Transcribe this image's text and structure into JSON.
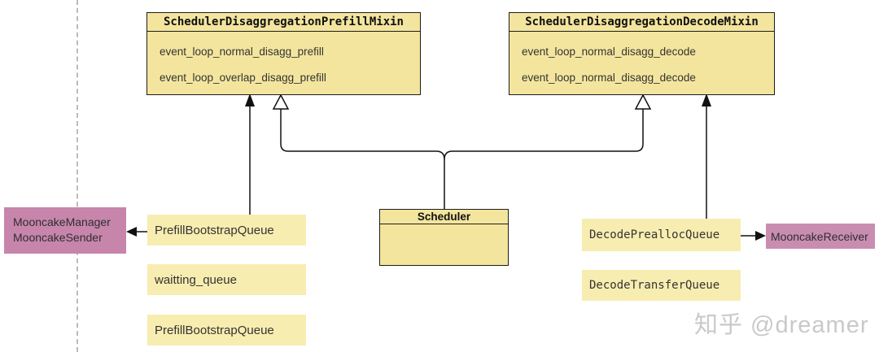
{
  "prefill_mixin": {
    "title": "SchedulerDisaggregationPrefillMixin",
    "methods": [
      "event_loop_normal_disagg_prefill",
      "event_loop_overlap_disagg_prefill"
    ]
  },
  "decode_mixin": {
    "title": "SchedulerDisaggregationDecodeMixin",
    "methods": [
      "event_loop_normal_disagg_decode",
      "event_loop_normal_disagg_decode"
    ]
  },
  "scheduler": {
    "title": "Scheduler"
  },
  "mooncake_left": {
    "line1": "MooncakeManager",
    "line2": "MooncakeSender"
  },
  "mooncake_right": {
    "label": "MooncakeReceiver"
  },
  "prefill_queues": [
    "PrefillBootstrapQueue",
    "waitting_queue",
    "PrefillBootstrapQueue"
  ],
  "decode_queues": [
    "DecodePreallocQueue",
    "DecodeTransferQueue"
  ],
  "watermark": "知乎 @dreamer",
  "colors": {
    "class_fill": "#F4E59E",
    "queue_fill": "#F8EDB0",
    "pink_fill": "#C785AC",
    "pink_fill_right": "#CA8DB2",
    "border": "#1C1C1C",
    "line": "#111111",
    "dashed_line": "#BBBBBB",
    "watermark": "#C9C9C9",
    "text": "#333333"
  }
}
